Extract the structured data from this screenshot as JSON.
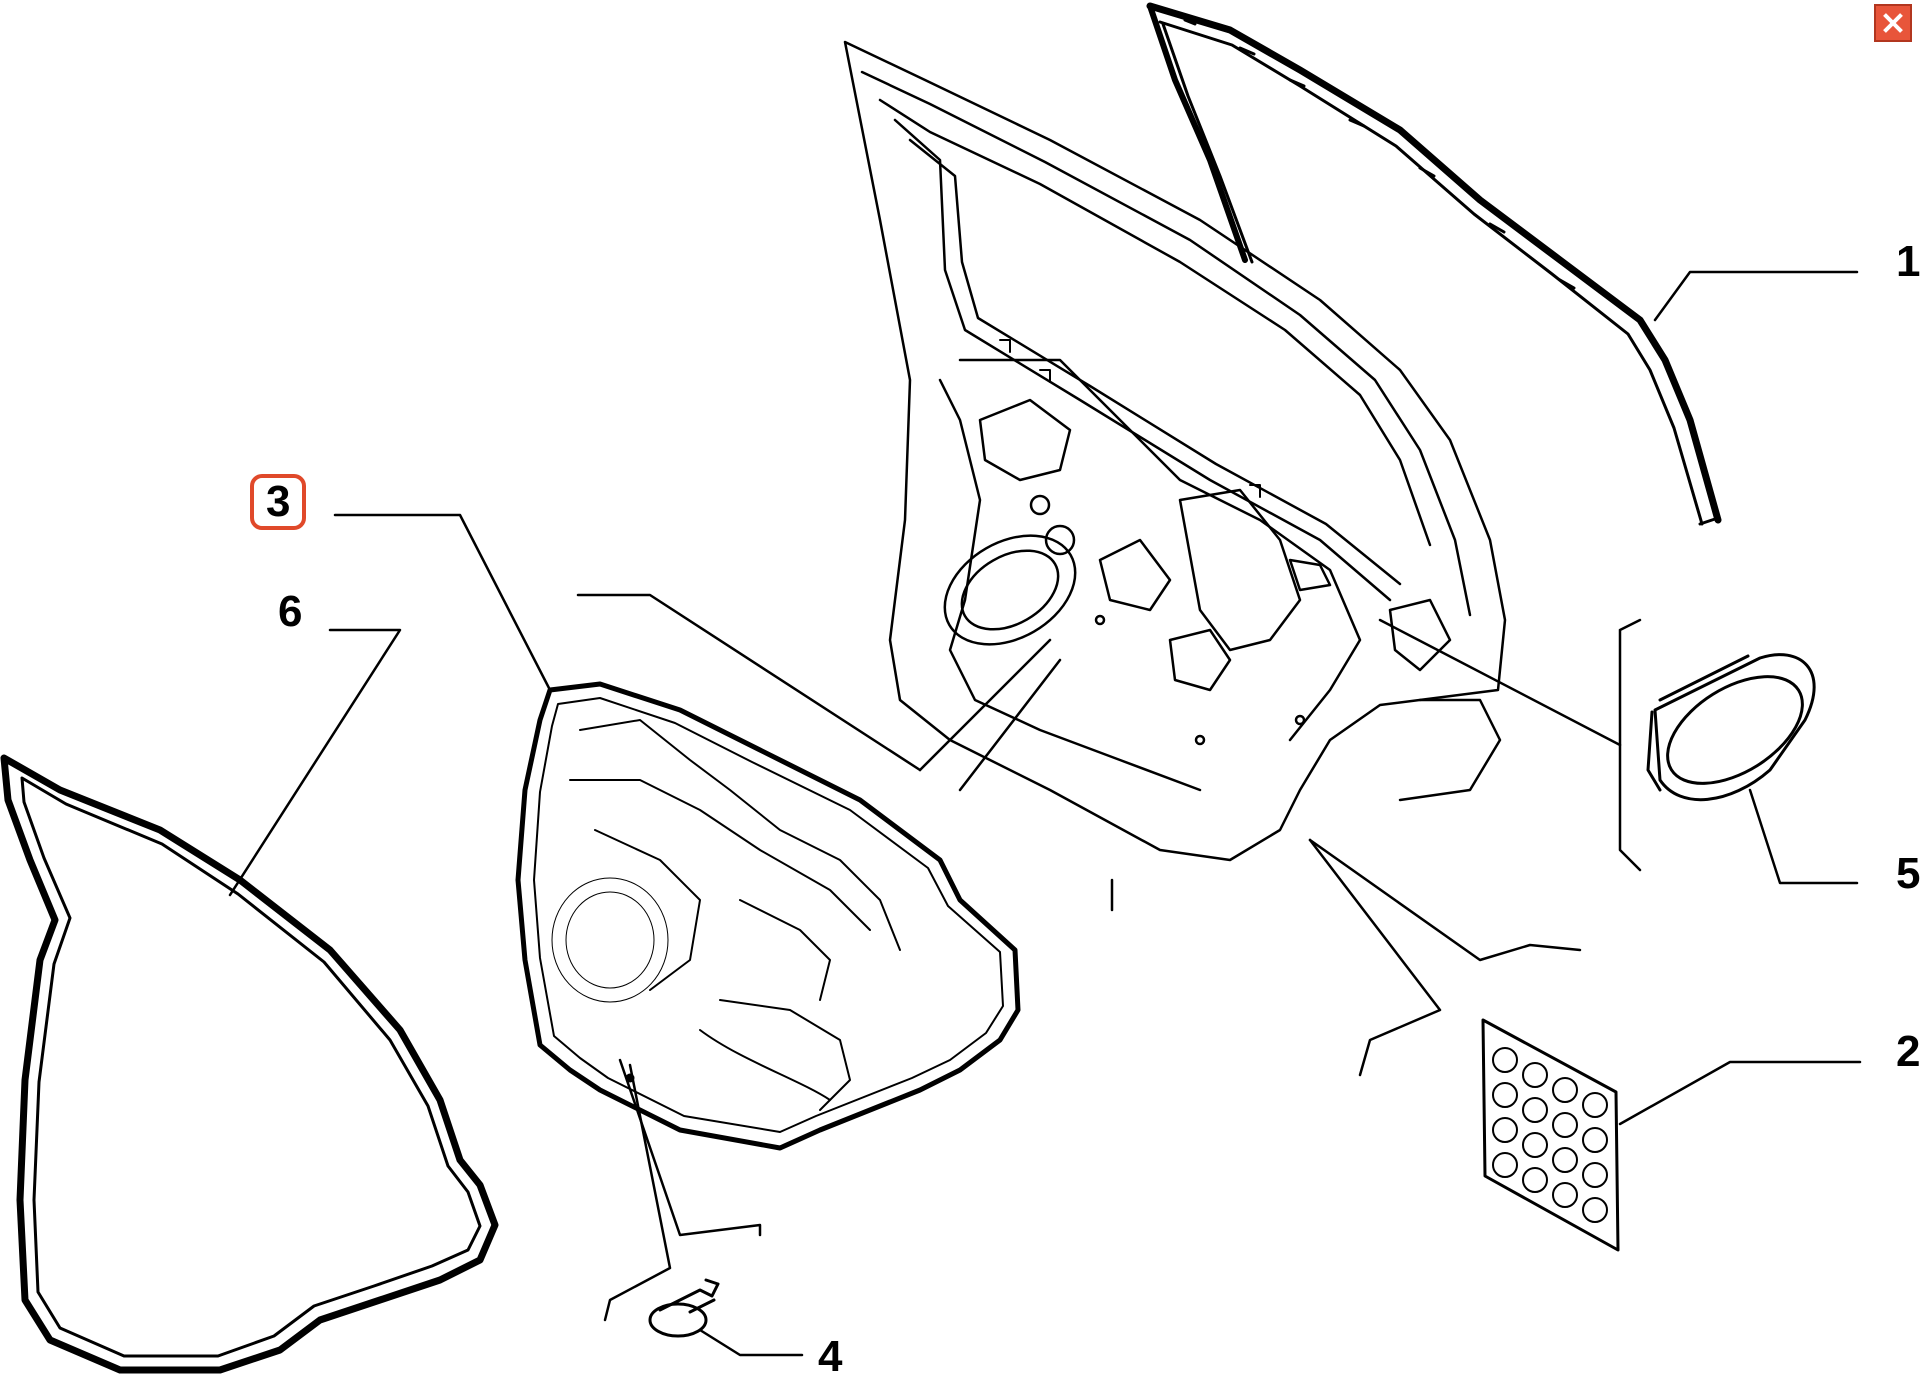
{
  "callouts": {
    "c1": "1",
    "c2": "2",
    "c3": "3",
    "c4": "4",
    "c5": "5",
    "c6": "6"
  },
  "selected_callout": "3",
  "colors": {
    "line": "#000000",
    "highlight": "#e0492a",
    "close_button": "#e8553a"
  },
  "icons": {
    "close": "close-icon"
  }
}
